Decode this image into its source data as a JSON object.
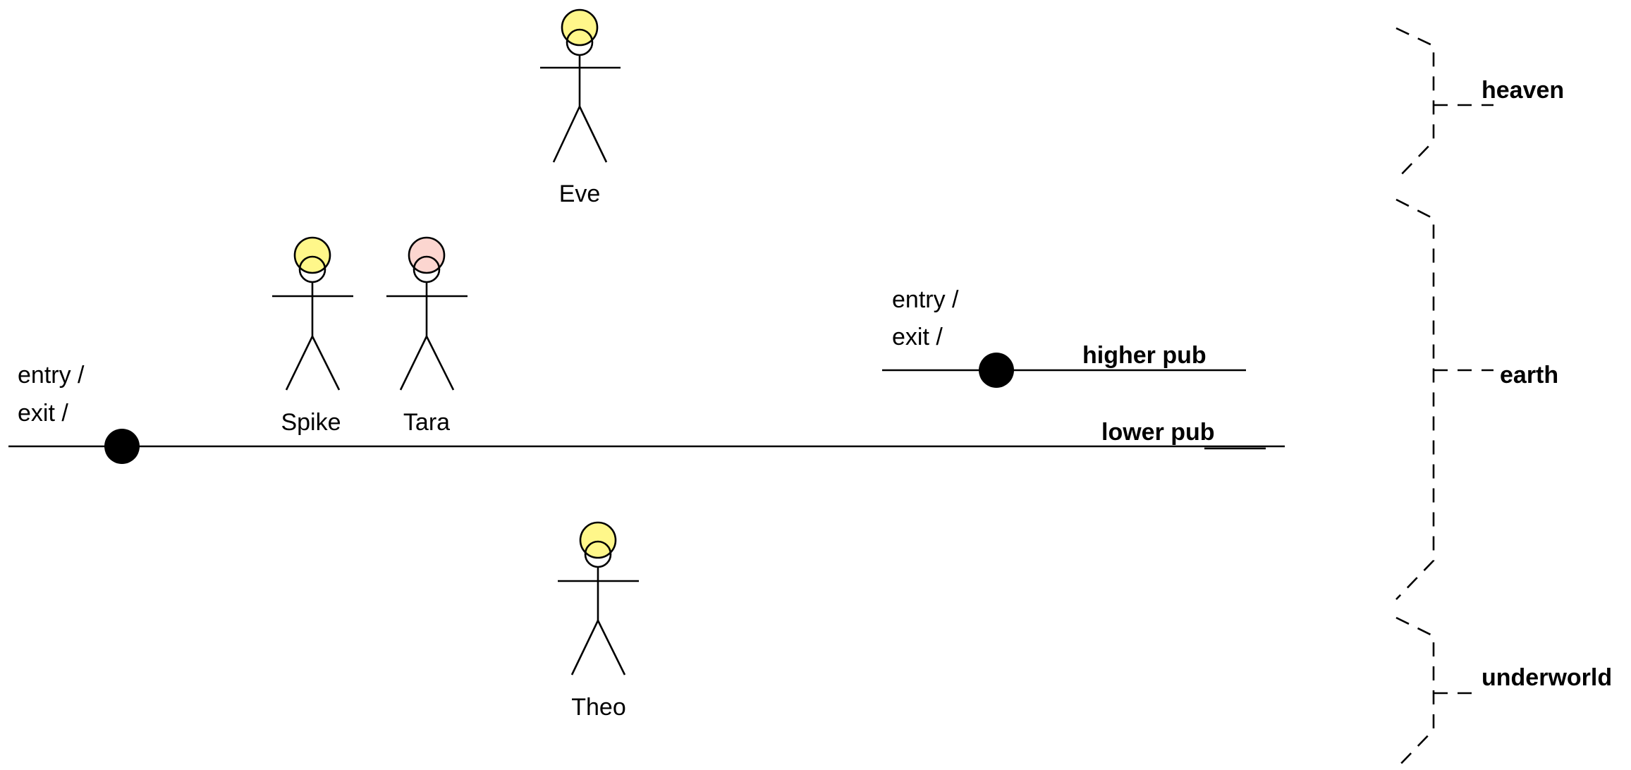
{
  "actors": [
    {
      "id": "eve",
      "name": "Eve",
      "head_color": "#fff78a"
    },
    {
      "id": "spike",
      "name": "Spike",
      "head_color": "#fff78a"
    },
    {
      "id": "tara",
      "name": "Tara",
      "head_color": "#fcd6d0"
    },
    {
      "id": "theo",
      "name": "Theo",
      "head_color": "#fff78a"
    }
  ],
  "places": [
    {
      "id": "higher-pub",
      "name": "higher pub",
      "entry": "entry /",
      "exit": "exit /"
    },
    {
      "id": "lower-pub",
      "name": "lower pub",
      "entry": "entry /",
      "exit": "exit /"
    }
  ],
  "realms": [
    {
      "id": "heaven",
      "name": "heaven"
    },
    {
      "id": "earth",
      "name": "earth"
    },
    {
      "id": "underworld",
      "name": "underworld"
    }
  ],
  "colors": {
    "stroke": "#000000",
    "node": "#000000"
  }
}
